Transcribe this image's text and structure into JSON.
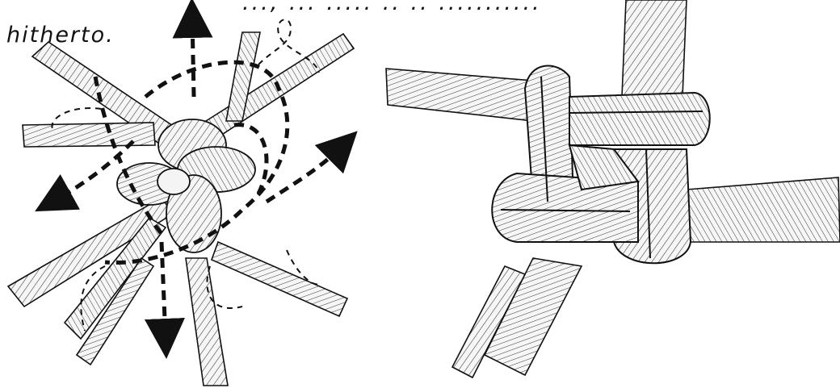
{
  "caption": {
    "label": "hitherto.",
    "top_fragment": "..., ... ..... .. .. ..........."
  },
  "colors": {
    "ink": "#111111",
    "rope_fill": "#f4f4f4",
    "paper": "#ffffff"
  },
  "figures": {
    "left": {
      "style": "dashed-arrow-tucking-diagram"
    },
    "right": {
      "style": "completed-knot"
    }
  }
}
